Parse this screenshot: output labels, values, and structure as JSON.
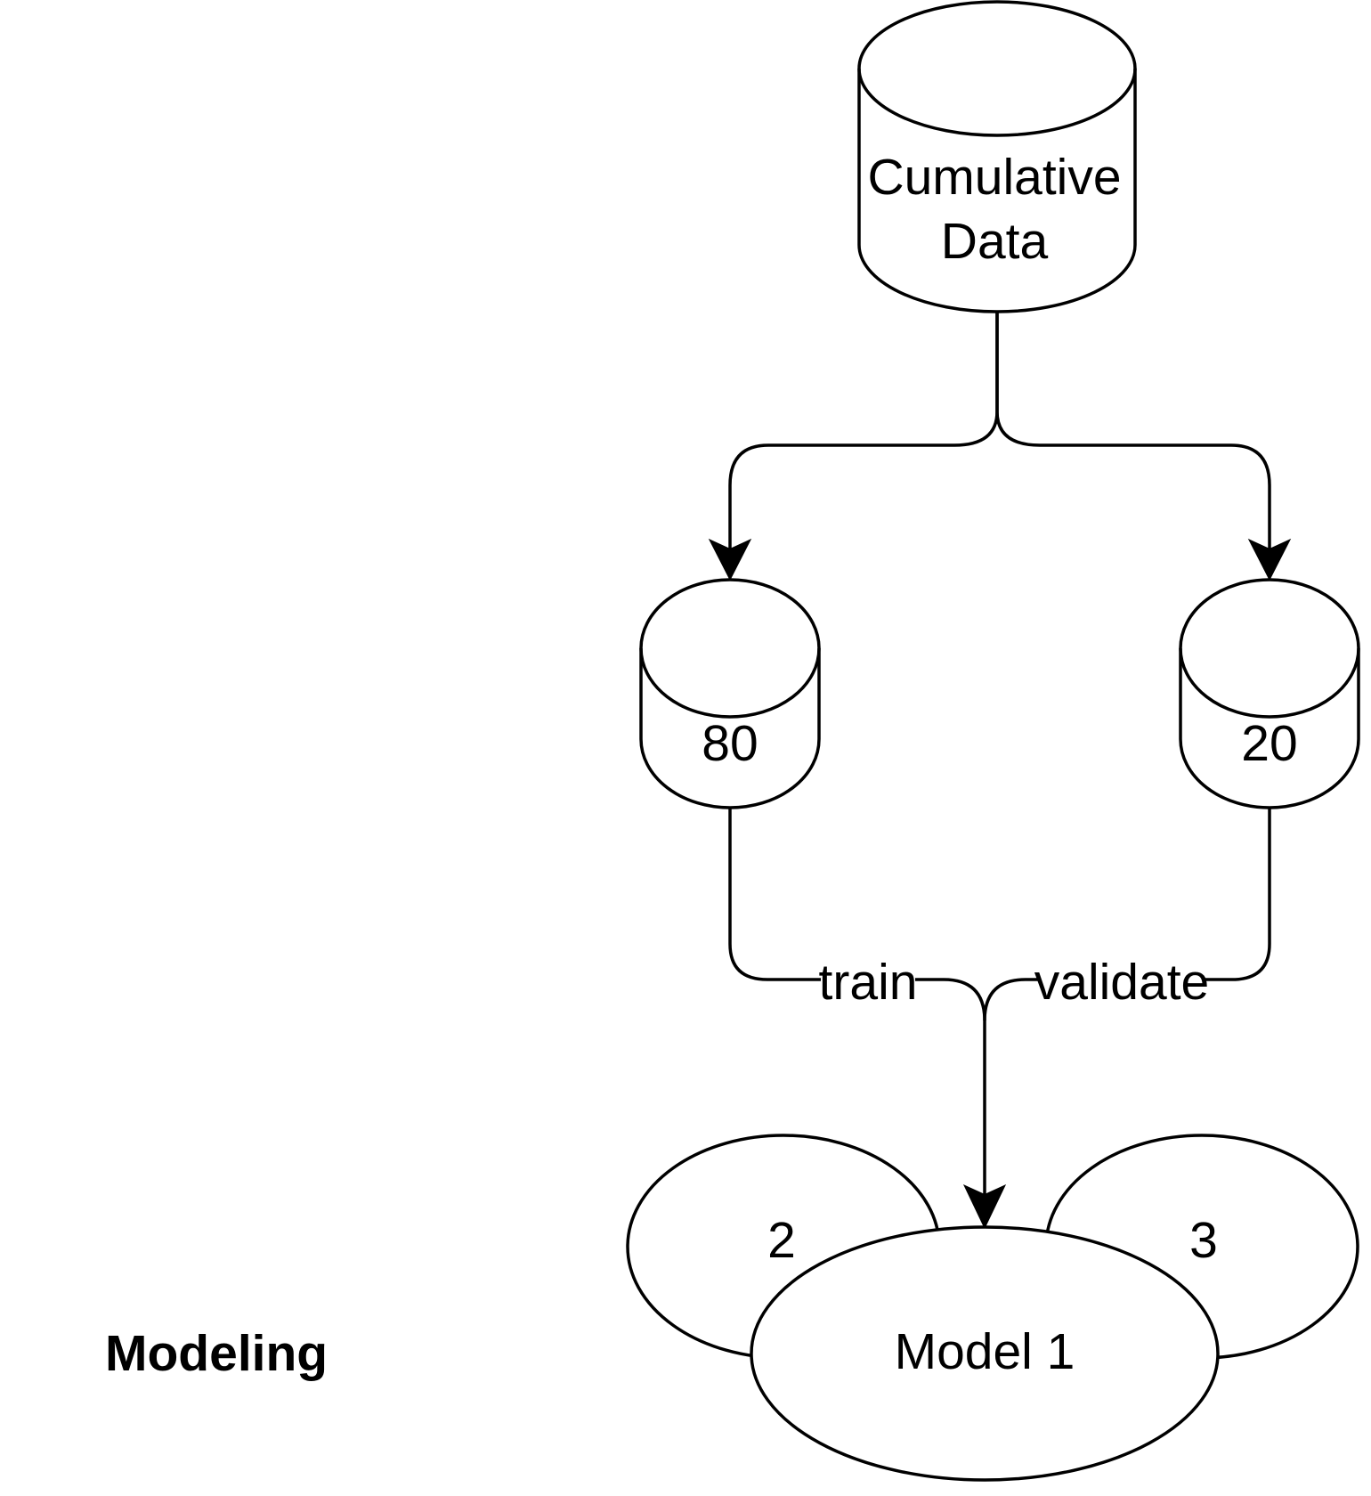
{
  "section_title": "Modeling",
  "nodes": {
    "cumulative": {
      "line1": "Cumulative",
      "line2": "Data"
    },
    "train_split": {
      "label": "80"
    },
    "validate_split": {
      "label": "20"
    },
    "model_1": {
      "label": "Model 1"
    },
    "model_2": {
      "label": "2"
    },
    "model_3": {
      "label": "3"
    }
  },
  "edges": {
    "train": {
      "label": "train"
    },
    "validate": {
      "label": "validate"
    }
  },
  "colors": {
    "stroke": "#000000",
    "fill": "#ffffff"
  }
}
